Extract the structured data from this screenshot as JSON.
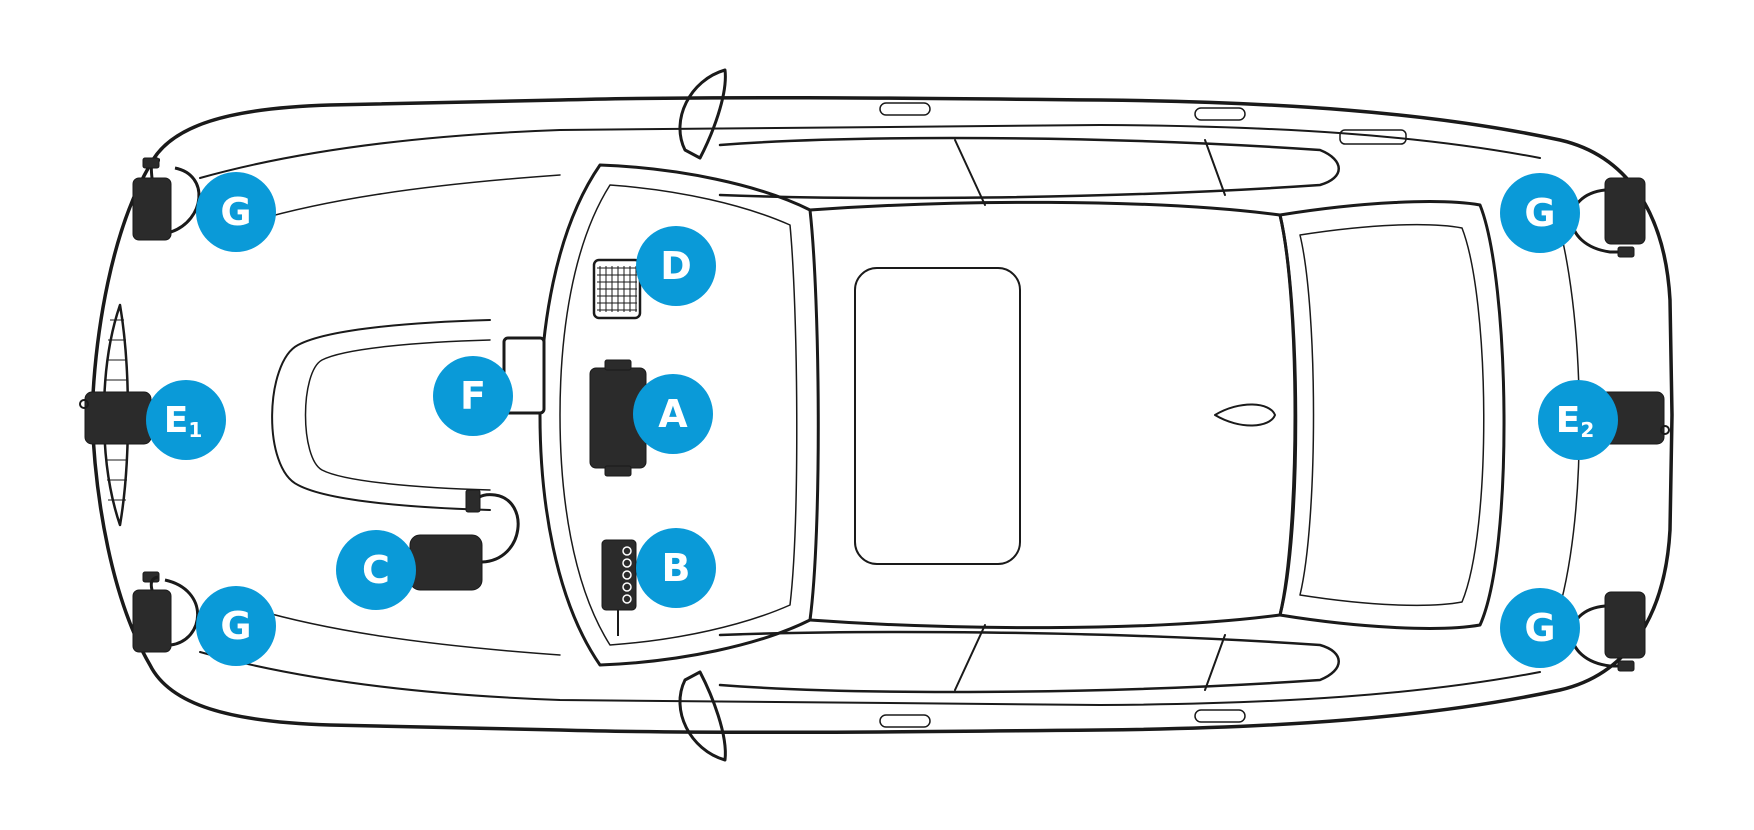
{
  "diagram": {
    "badge_color": "#0a9ad8",
    "device_color": "#2b2b2b",
    "outline_color": "#1a1a1a",
    "badges": [
      {
        "id": "A",
        "label": "A",
        "sub": ""
      },
      {
        "id": "B",
        "label": "B",
        "sub": ""
      },
      {
        "id": "C",
        "label": "C",
        "sub": ""
      },
      {
        "id": "D",
        "label": "D",
        "sub": ""
      },
      {
        "id": "E1",
        "label": "E",
        "sub": "1"
      },
      {
        "id": "E2",
        "label": "E",
        "sub": "2"
      },
      {
        "id": "F",
        "label": "F",
        "sub": ""
      },
      {
        "id": "G-front-top",
        "label": "G",
        "sub": ""
      },
      {
        "id": "G-front-bottom",
        "label": "G",
        "sub": ""
      },
      {
        "id": "G-rear-top",
        "label": "G",
        "sub": ""
      },
      {
        "id": "G-rear-bottom",
        "label": "G",
        "sub": ""
      }
    ]
  }
}
